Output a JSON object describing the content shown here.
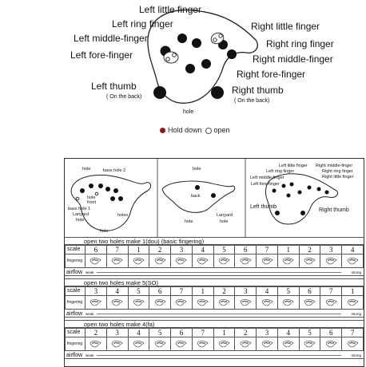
{
  "diagram": {
    "labels": {
      "left_little": "Left little finger",
      "left_ring": "Left ring finger",
      "left_middle": "Left middle-finger",
      "left_fore": "Left fore-finger",
      "left_thumb": "Left thumb",
      "left_thumb_note": "( On the back)",
      "right_little": "Right little finger",
      "right_ring": "Right ring finger",
      "right_middle": "Right middle-finger",
      "right_fore": "Right fore-finger",
      "right_thumb": "Right thumb",
      "right_thumb_note": "( On the back)",
      "hole": "hole"
    },
    "legend": {
      "hold": "Hold down",
      "open": "open"
    },
    "legend_colors": {
      "hold": "#8b1a1a",
      "open": "#555555"
    }
  },
  "panel": {
    "front": {
      "hole": "hole",
      "bass_hole_2": "bass hole 2",
      "front": "front",
      "bass_hole_1": "bass hole 1",
      "lanyard": "Lanyard",
      "hole_bottom": "hole",
      "holes_right": "holes",
      "hole_lower": "hole",
      "hole_mid": "hole"
    },
    "back": {
      "hole": "hole",
      "back": "back",
      "hole_bottom": "hole",
      "lanyard": "Lanyard",
      "hole_right": "hole"
    },
    "small": {
      "left_little": "Left little finger",
      "left_ring": "Left ring finger",
      "left_middle": "Left middle-finger",
      "left_fore": "Left fore-finger",
      "right_middle": "Right middle-finger",
      "right_ring": "Right ring finger",
      "right_little": "Right little finger",
      "left_thumb": "Left thumb",
      "right_thumb": "Right thumb"
    },
    "sections": [
      {
        "title": "open two holes make 1(dou) (basic fingering)",
        "scale": [
          "6",
          "7",
          "1",
          "2",
          "3",
          "4",
          "5",
          "6",
          "7",
          "1",
          "2",
          "3",
          "4"
        ]
      },
      {
        "title": "open two holes make 5(SO)",
        "scale": [
          "3",
          "4",
          "5",
          "6",
          "7",
          "1",
          "2",
          "3",
          "4",
          "5",
          "6",
          "7",
          "1"
        ]
      },
      {
        "title": "open two holes make 4(fa)",
        "scale": [
          "2",
          "3",
          "4",
          "5",
          "6",
          "7",
          "1",
          "2",
          "3",
          "4",
          "5",
          "6",
          "7"
        ]
      }
    ],
    "row_scale": "scale",
    "row_fingering": "fingering",
    "row_airflow": "airflow",
    "weak": "weak",
    "strong": "strong"
  }
}
